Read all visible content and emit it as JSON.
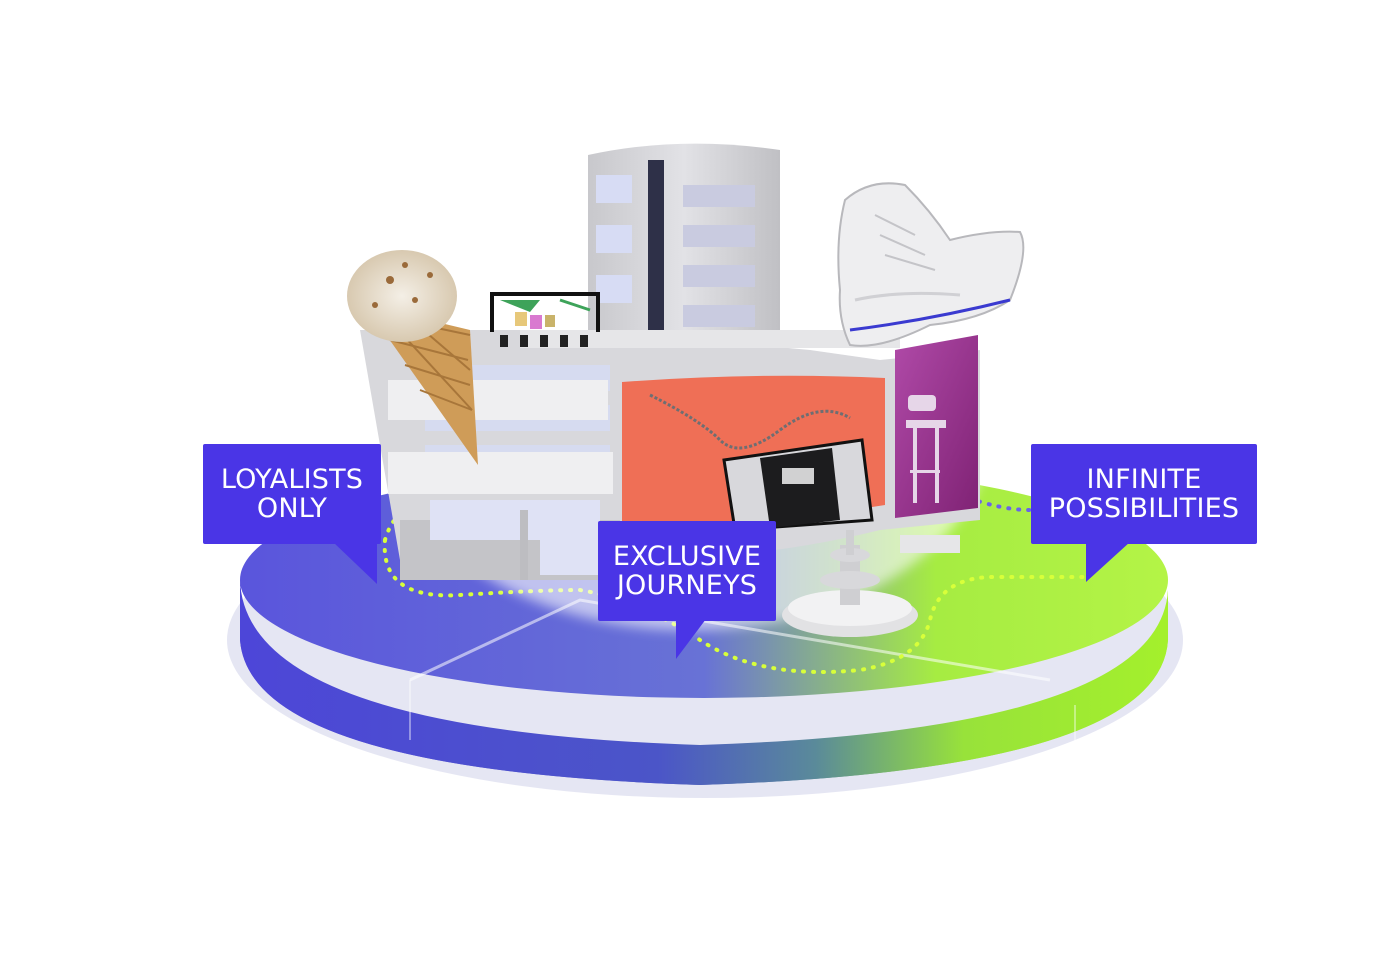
{
  "callouts": {
    "loyalists": {
      "line1": "LOYALISTS",
      "line2": "ONLY"
    },
    "exclusive": {
      "line1": "EXCLUSIVE",
      "line2": "JOURNEYS"
    },
    "infinite": {
      "line1": "INFINITE",
      "line2": "POSSIBILITIES"
    }
  },
  "colors": {
    "callout_bg": "#4a35e6",
    "callout_text": "#ffffff",
    "platform_blue": "#4b47d6",
    "platform_green": "#a6f02a",
    "path_dots": "#d4ff3a",
    "building": "#d2d2d4",
    "billboard_orange": "#ef6f56",
    "billboard_purple": "#9b2f8f"
  },
  "icons": [
    "ice-cream-cone-icon",
    "sneaker-icon",
    "handbag-icon",
    "telephone-stool-icon",
    "fountain-icon",
    "clothing-rack-icon"
  ]
}
